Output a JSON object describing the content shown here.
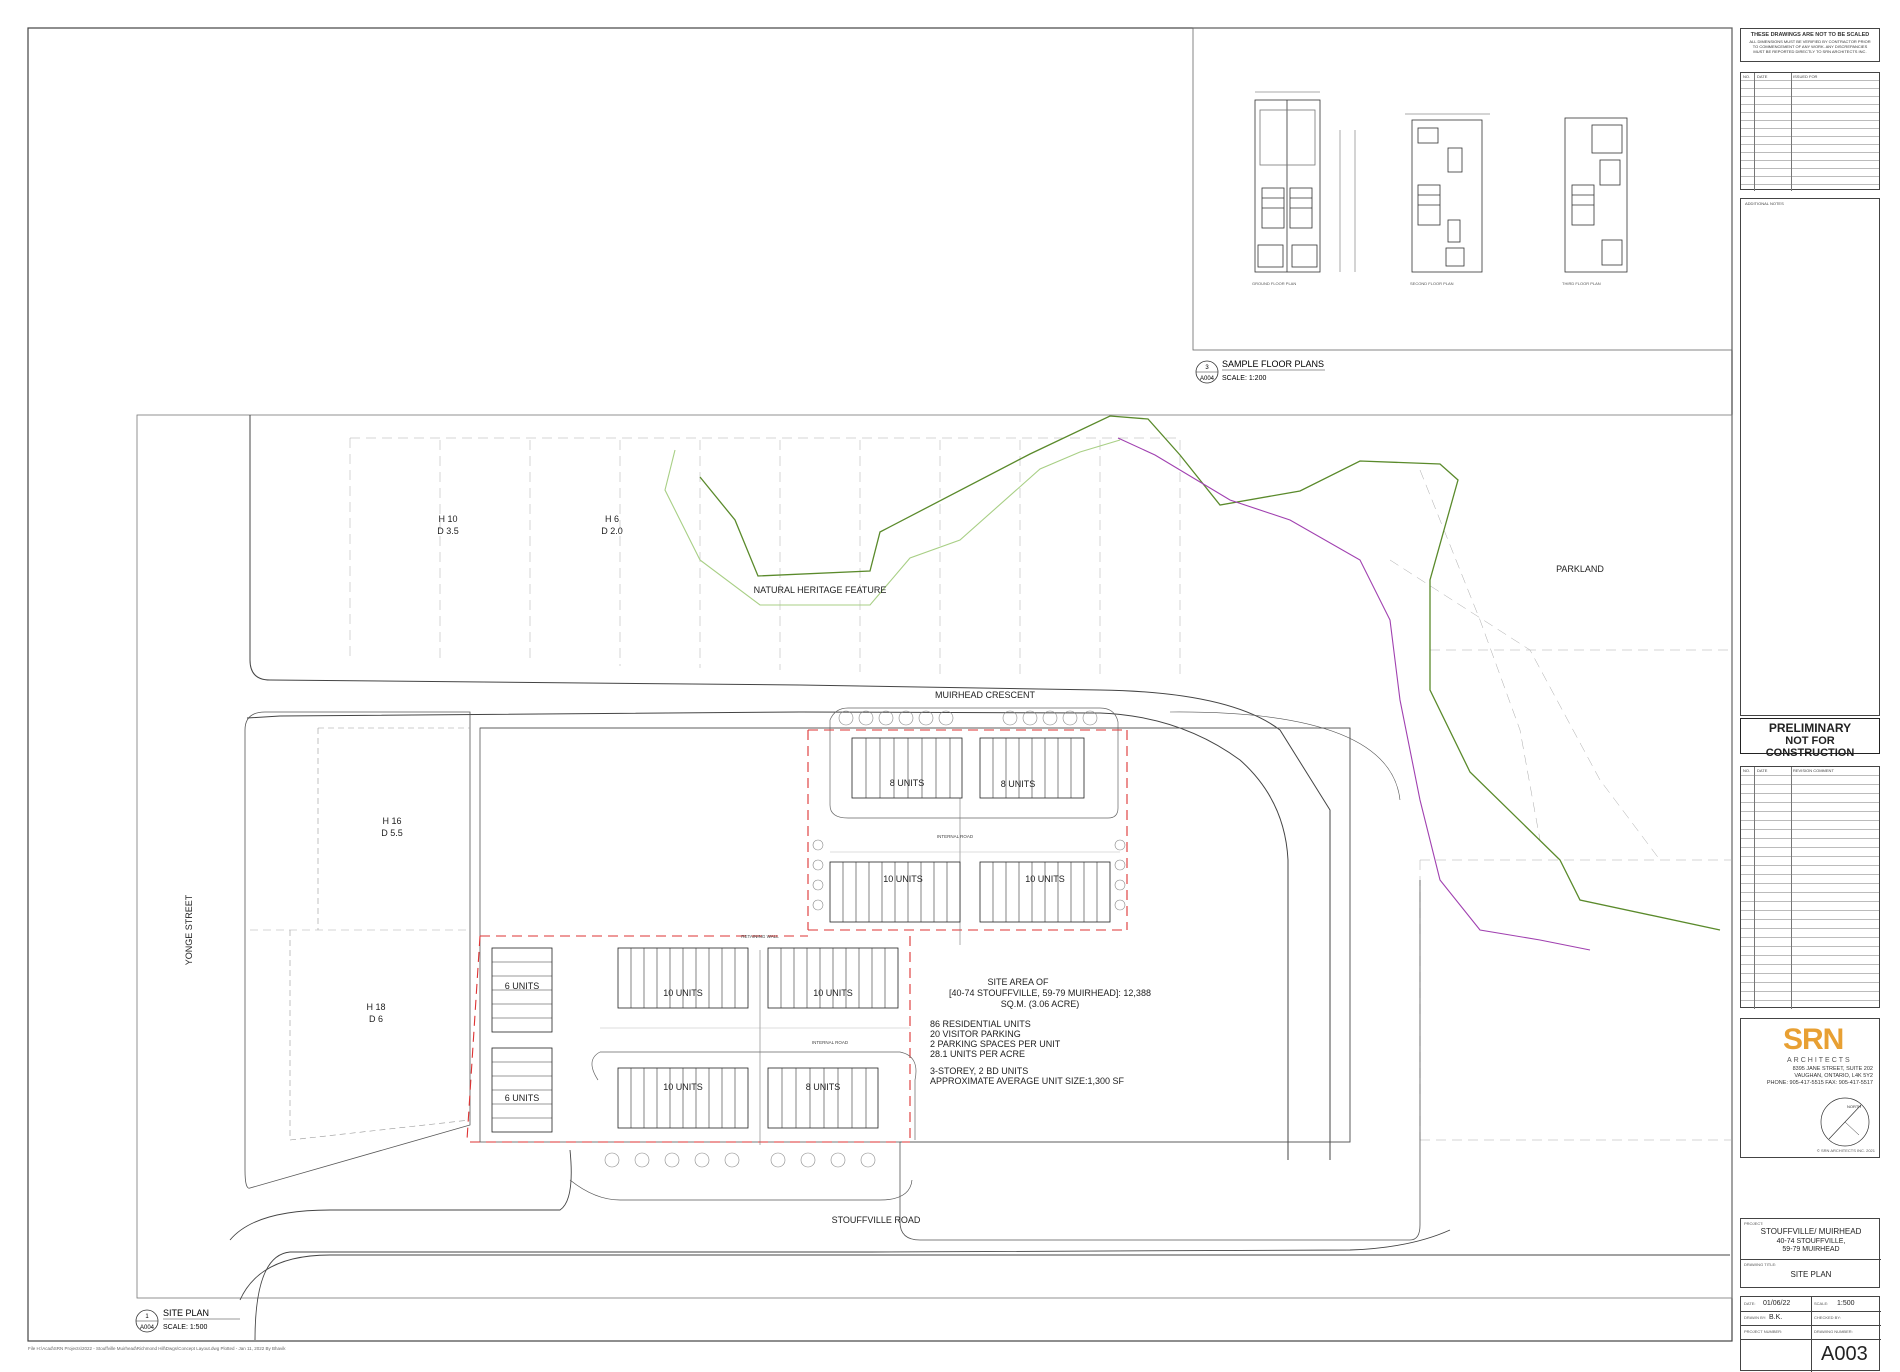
{
  "disclaimer": "THESE DRAWINGS ARE NOT TO BE SCALED",
  "disclaimer_small": "ALL DIMENSIONS MUST BE VERIFIED BY CONTRACTOR PRIOR TO COMMENCEMENT OF ANY WORK. ANY DISCREPANCIES MUST BE REPORTED DIRECTLY TO SRN ARCHITECTS INC.",
  "issued_table": {
    "col_no": "NO.",
    "col_date": "DATE",
    "col_issued": "ISSUED FOR"
  },
  "general_notes": "ADDITIONAL NOTES",
  "preliminary": {
    "line1": "PRELIMINARY",
    "line2": "NOT FOR CONSTRUCTION"
  },
  "revision_table": {
    "col_no": "NO.",
    "col_date": "DATE",
    "col_rev": "REVISION COMMENT"
  },
  "firm": {
    "logo": "SRN",
    "subtitle": "ARCHITECTS",
    "address1": "8395 JANE STREET, SUITE 202",
    "address2": "VAUGHAN, ONTARIO, L4K 5Y2",
    "phone": "PHONE: 905-417-5515  FAX: 905-417-5517",
    "copyright": "© SRN ARCHITECTS INC. 2021",
    "north": "NORTH"
  },
  "project": {
    "label": "PROJECT:",
    "name": "STOUFFVILLE/ MUIRHEAD",
    "addr1": "40-74 STOUFFVILLE,",
    "addr2": "59-79 MUIRHEAD"
  },
  "drawing": {
    "title_label": "DRAWING TITLE:",
    "title": "SITE PLAN",
    "date_label": "DATE:",
    "date": "01/06/22",
    "scale_label": "SCALE:",
    "scale": "1:500",
    "drawn_label": "DRAWN BY:",
    "drawn": "B.K.",
    "checked_label": "CHECKED BY:",
    "project_no_label": "PROJECT NUMBER:",
    "drawing_no_label": "DRAWING NUMBER:",
    "drawing_no": "A003"
  },
  "floor_plans": {
    "title": "SAMPLE FLOOR PLANS",
    "num": "3",
    "ref": "A004",
    "scale": "SCALE:  1:200"
  },
  "site_plan": {
    "title": "SITE PLAN",
    "num": "1",
    "ref": "A004",
    "scale": "SCALE:  1:500"
  },
  "zoning": {
    "h10": "H 10",
    "d35": "D 3.5",
    "h6": "H 6",
    "d20": "D 2.0",
    "h16": "H 16",
    "d55": "D 5.5",
    "h18": "H 18",
    "d6": "D 6"
  },
  "streets": {
    "muirhead": "MUIRHEAD CRESCENT",
    "yonge": "YONGE STREET",
    "stouffville": "STOUFFVILLE ROAD",
    "parkland": "PARKLAND",
    "nhf": "NATURAL HERITAGE FEATURE",
    "internal_road": "INTERNAL ROAD",
    "retaining": "RETAINING WALL"
  },
  "blocks": {
    "b8": "8 UNITS",
    "b10": "10 UNITS",
    "b6": "6 UNITS"
  },
  "stats": {
    "line1": "SITE AREA OF",
    "line2": "[40-74 STOUFFVILLE, 59-79 MUIRHEAD]: 12,388",
    "line3": "SQ.M. (3.06 ACRE)",
    "line4": "86 RESIDENTIAL UNITS",
    "line5": "20 VISITOR PARKING",
    "line6": "2 PARKING SPACES PER UNIT",
    "line7": "28.1 UNITS PER ACRE",
    "line8": "3-STOREY, 2 BD UNITS",
    "line9": "APPROXIMATE AVERAGE UNIT SIZE:1,300 SF"
  },
  "file_path": "File H:\\Acad\\SRN Projects\\2022 - Stouffville Muirhead\\Richmond Hill\\Dwgs\\Concept Layout.dwg  Plotted - Jan 11, 2022  By Bhavik"
}
